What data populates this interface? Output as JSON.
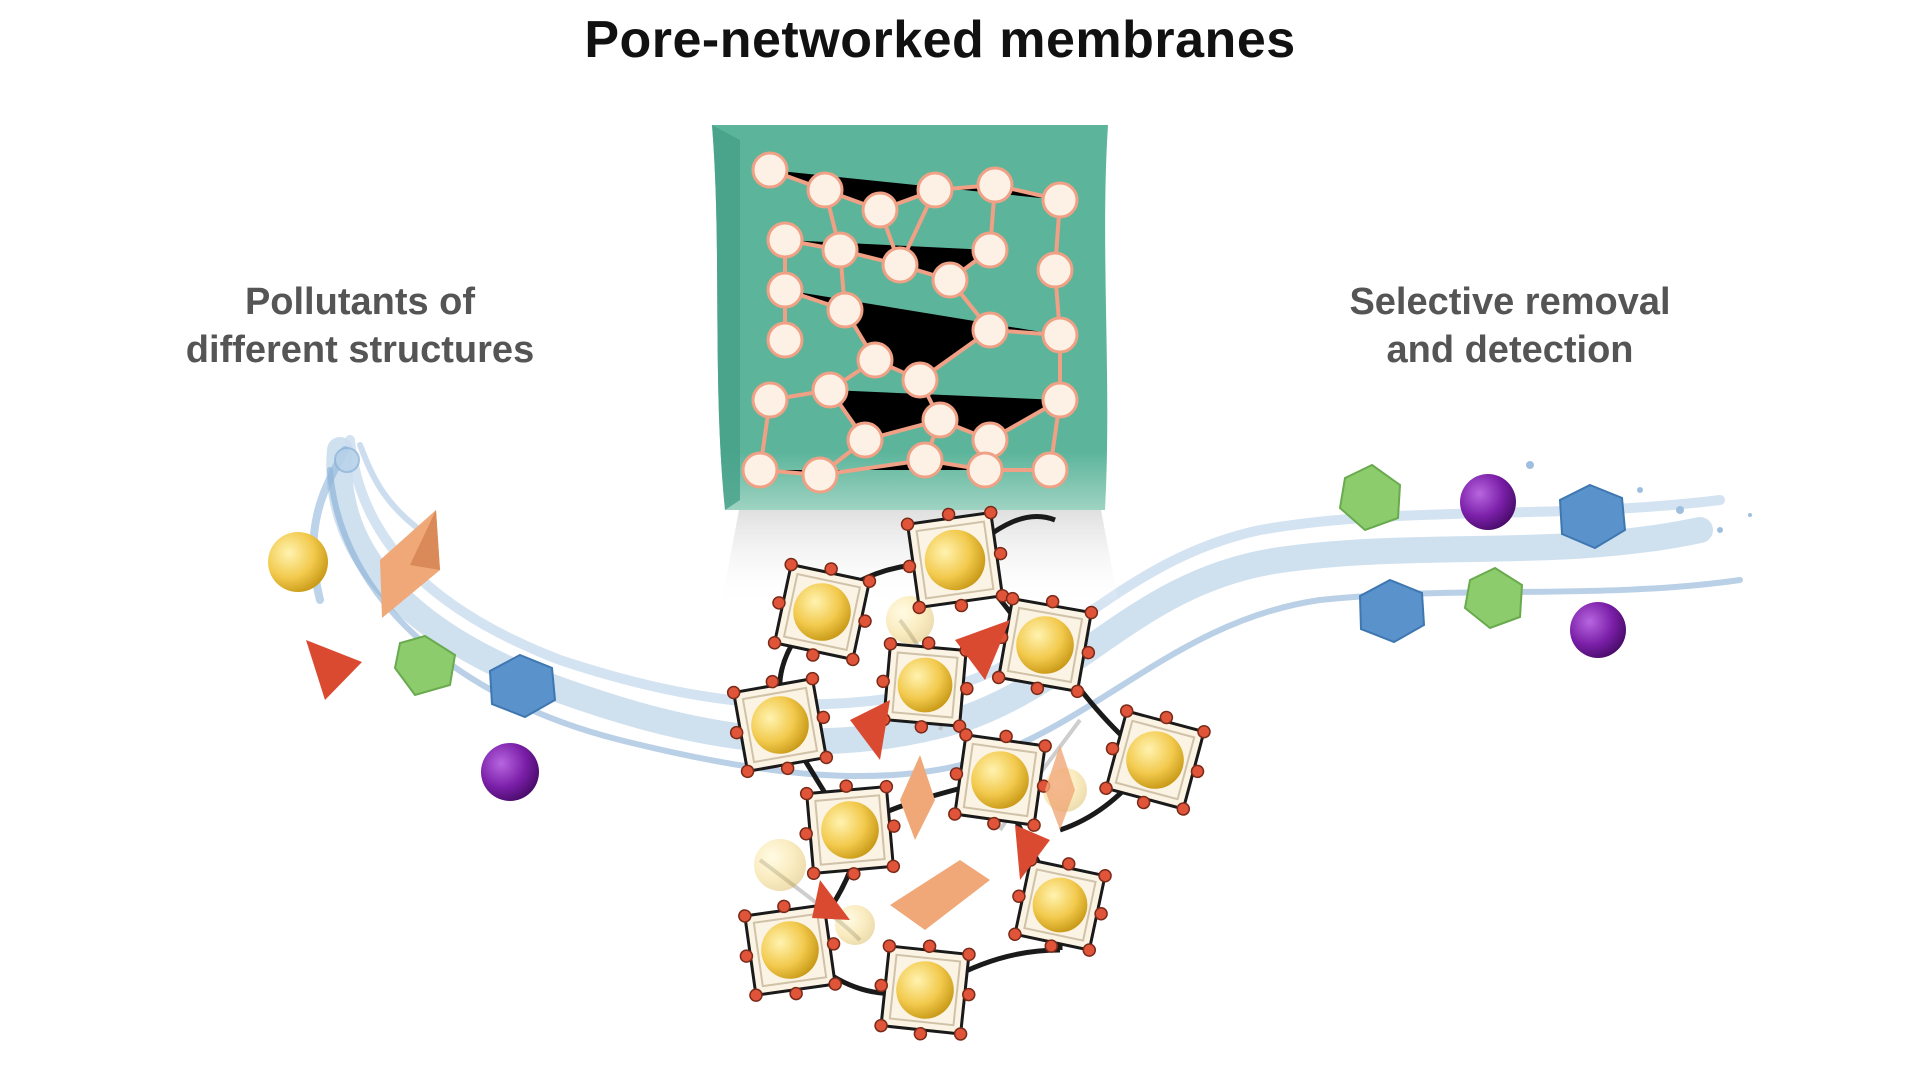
{
  "title": "Pore-networked membranes",
  "left_label": {
    "line1": "Pollutants of",
    "line2": "different structures"
  },
  "right_label": {
    "line1": "Selective removal",
    "line2": "and detection"
  },
  "colors": {
    "membrane": "#5cb59b",
    "network_line": "#f0a084",
    "node_fill": "#fdf1e6",
    "water": "#a8c6e2",
    "sphere_yellow": "#f2c94c",
    "octahedron_orange": "#f0a878",
    "tetrahedron_red": "#d94a30",
    "pentagon_green": "#8ccc6c",
    "hexagon_blue": "#5a92cc",
    "sphere_purple": "#7a1fa8",
    "cage_vertex": "#e0553a",
    "cage_link": "#1a1a1a"
  },
  "icons": [
    "yellow-sphere-icon",
    "orange-octahedron-icon",
    "red-tetrahedron-icon",
    "green-polyhedron-icon",
    "blue-hexagon-icon",
    "purple-sphere-icon"
  ]
}
